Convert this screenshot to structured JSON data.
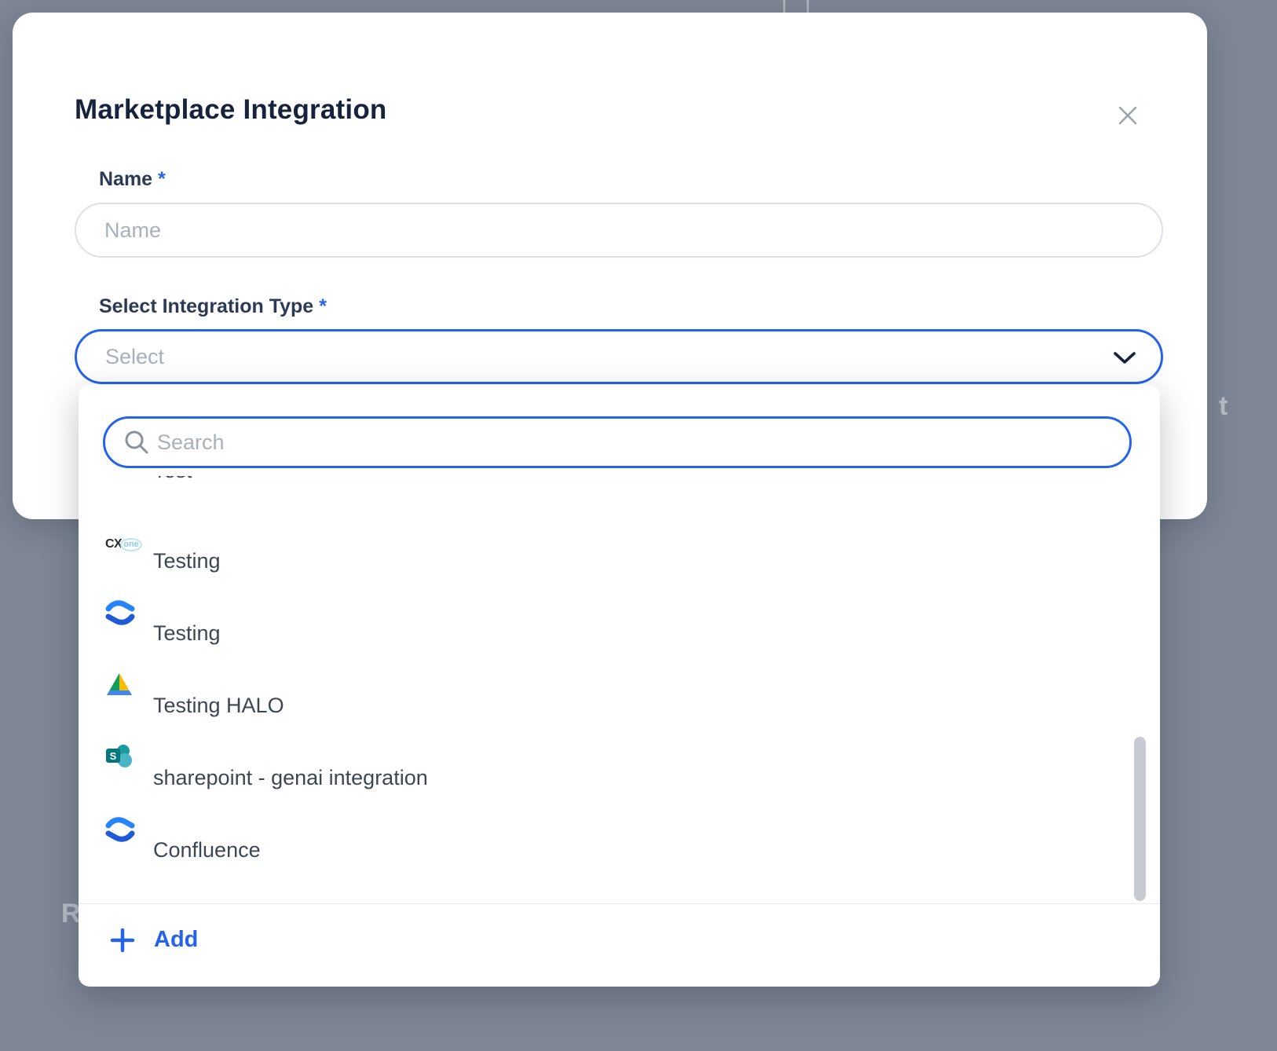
{
  "colors": {
    "accent_blue": "#2563eb",
    "title_text": "#17233d",
    "label_text": "#2c3a55",
    "placeholder_text": "#a9b0bd",
    "item_text": "#3d4655",
    "overlay_background": "#7e8695"
  },
  "background": {
    "clipped_text_right": "t",
    "clipped_text_left": "R"
  },
  "modal": {
    "title": "Marketplace Integration",
    "fields": {
      "name": {
        "label": "Name",
        "required": "*",
        "placeholder": "Name"
      },
      "integration_type": {
        "label": "Select Integration Type",
        "required": "*",
        "placeholder": "Select"
      }
    }
  },
  "dropdown": {
    "search": {
      "placeholder": "Search"
    },
    "items": [
      {
        "label": "Test",
        "icon": "none"
      },
      {
        "label": "Testing",
        "icon": "cxone"
      },
      {
        "label": "Testing",
        "icon": "confluence"
      },
      {
        "label": "Testing HALO",
        "icon": "google-drive"
      },
      {
        "label": "sharepoint - genai integration",
        "icon": "sharepoint"
      },
      {
        "label": "Confluence",
        "icon": "confluence"
      }
    ],
    "add_label": "Add"
  },
  "icons": {
    "cxone_text": {
      "cx": "CX",
      "one": "one"
    }
  }
}
